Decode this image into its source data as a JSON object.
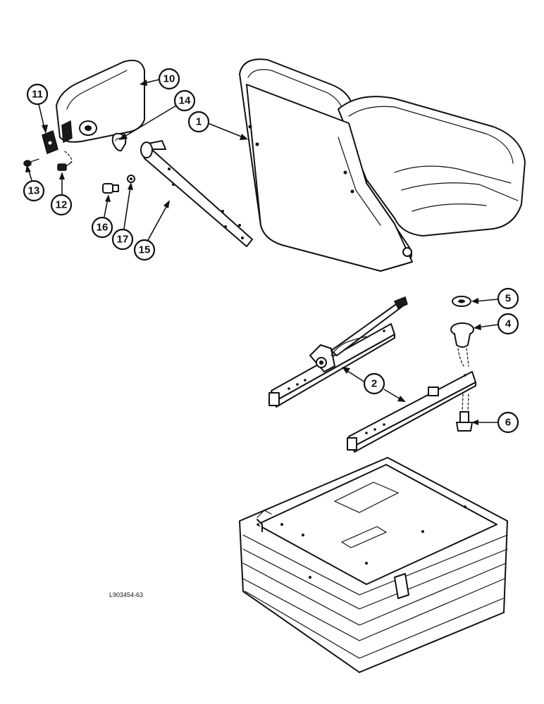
{
  "figure": {
    "reference_code": "L903454-63",
    "callouts": {
      "c1": "1",
      "c2": "2",
      "c4": "4",
      "c5": "5",
      "c6": "6",
      "c10": "10",
      "c11": "11",
      "c12": "12",
      "c13": "13",
      "c14": "14",
      "c15": "15",
      "c16": "16",
      "c17": "17"
    }
  }
}
